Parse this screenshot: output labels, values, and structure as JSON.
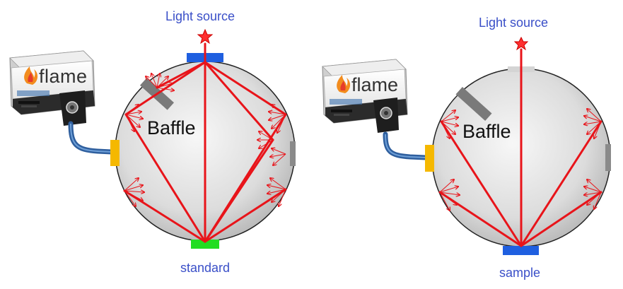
{
  "left_setup": {
    "light_source_label": "Light source",
    "baffle_label": "Baffle",
    "port_label": "standard",
    "spectrometer_brand": "flame"
  },
  "right_setup": {
    "light_source_label": "Light source",
    "baffle_label": "Baffle",
    "port_label": "sample",
    "spectrometer_brand": "flame"
  },
  "colors": {
    "label_text": "#3a4fc8",
    "ray": "#e8141a",
    "sphere": "#d9d9d9",
    "standard_port": "#22dd22",
    "sample_port": "#1f5fe0",
    "source_port": "#1f5fe0",
    "detector_port": "#f5b800",
    "baffle": "#7a7a7a",
    "fiber": "#3b6fae"
  },
  "icons": [
    "light-source-star-icon",
    "flame-spectrometer-icon",
    "flame-logo-icon"
  ]
}
